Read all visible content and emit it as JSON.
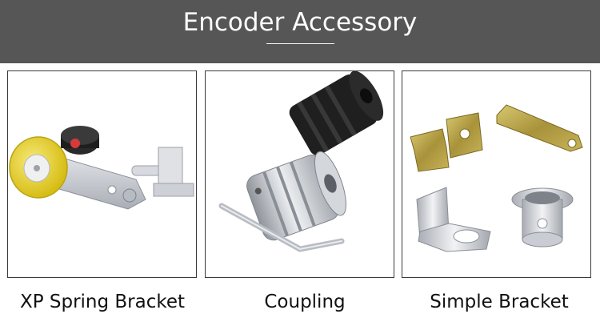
{
  "banner": {
    "title": "Encoder Accessory"
  },
  "products": [
    {
      "label": "XP Spring Bracket"
    },
    {
      "label": "Coupling"
    },
    {
      "label": "Simple Bracket"
    }
  ],
  "colors": {
    "banner_bg": "#565656",
    "banner_text": "#ffffff",
    "card_border": "#3a3a3a",
    "wheel_yellow": "#e8d22a",
    "metal_silver": "#c9ccd2",
    "coupling_black": "#1c1c1c",
    "bracket_gold": "#b9a33f"
  }
}
